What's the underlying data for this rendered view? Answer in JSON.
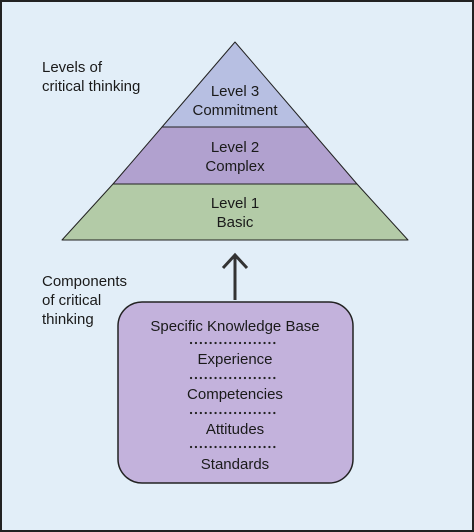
{
  "colors": {
    "background": "#e2eef8",
    "border": "#222222",
    "level3": "#b7bfe2",
    "level2": "#b1a1cf",
    "level1": "#b3cba7",
    "components_box": "#c3b2dc",
    "arrow": "#333333",
    "dots": "#222222"
  },
  "pyramid": {
    "heading_line1": "Levels of",
    "heading_line2": "critical thinking",
    "levels": [
      {
        "line1": "Level 3",
        "line2": "Commitment"
      },
      {
        "line1": "Level 2",
        "line2": "Complex"
      },
      {
        "line1": "Level 1",
        "line2": "Basic"
      }
    ]
  },
  "components": {
    "heading_line1": "Components",
    "heading_line2": "of critical",
    "heading_line3": "thinking",
    "items": [
      "Specific Knowledge Base",
      "Experience",
      "Competencies",
      "Attitudes",
      "Standards"
    ]
  }
}
